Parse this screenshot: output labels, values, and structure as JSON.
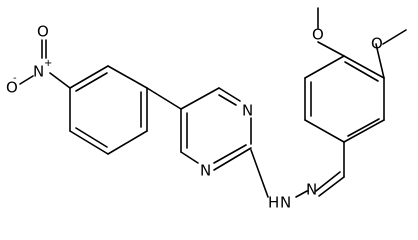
{
  "structure": {
    "atom_labels": {
      "nitro_o_minus": "O",
      "nitro_minus_charge": "-",
      "nitro_n_plus": "N",
      "nitro_plus_charge": "+",
      "nitro_o_double": "O",
      "pyrimidine_n_top": "N",
      "pyrimidine_n_bottom": "N",
      "hydrazone_nh": "H",
      "hydrazone_nh_n": "N",
      "hydrazone_n": "N",
      "methoxy_o_para": "O",
      "methoxy_o_meta": "O"
    }
  }
}
